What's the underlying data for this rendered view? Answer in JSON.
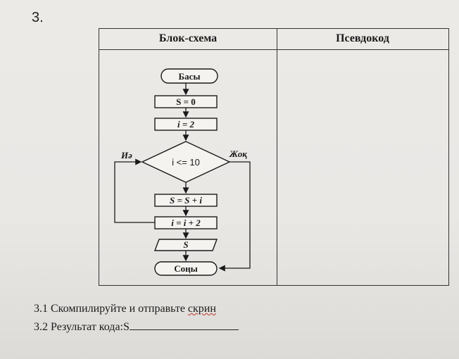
{
  "task_number": "3.",
  "table": {
    "header_left": "Блок-схема",
    "header_right": "Псевдокод"
  },
  "flowchart": {
    "start": "Басы",
    "init_s": "S = 0",
    "init_i": "i = 2",
    "condition": "i <= 10",
    "yes_label": "Иә",
    "no_label": "Жоқ",
    "update_s": "S = S + i",
    "update_i": "i = i + 2",
    "output": "S",
    "end": "Соңы"
  },
  "footer": {
    "line1_prefix": "3.1 Скомпилируйте и отправьте ",
    "line1_word": "скрин",
    "line2_prefix": "3.2 Результат кода:S"
  }
}
